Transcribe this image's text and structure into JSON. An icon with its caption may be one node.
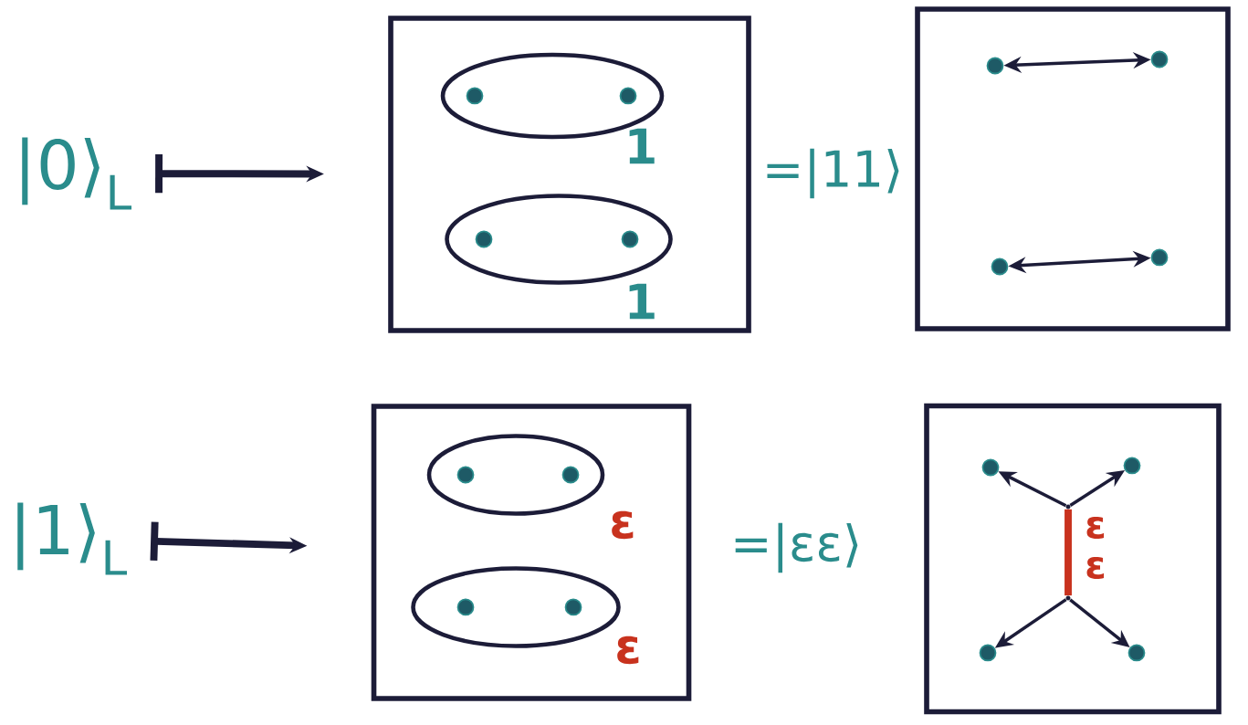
{
  "diagram": {
    "nodes": [
      {
        "text": [
          "|0⟩$_{L}$"
        ]
      },
      {
        "text": [],
        "shape": "box"
      },
      {
        "text": [],
        "shape": "ellipse",
        "in": 1
      },
      {
        "text": [],
        "shape": "circle",
        "in": 2
      },
      {
        "text": [],
        "shape": "circle",
        "in": 2
      },
      {
        "text": [],
        "shape": "ellipse",
        "in": 1
      },
      {
        "text": [],
        "shape": "circle",
        "in": 5
      },
      {
        "text": [],
        "shape": "circle",
        "in": 5
      },
      {
        "text": [],
        "shape": "box"
      },
      {
        "text": [],
        "shape": "circle",
        "in": 8
      },
      {
        "text": [],
        "shape": "circle",
        "in": 8
      },
      {
        "text": [],
        "shape": "circle",
        "in": 8
      },
      {
        "text": [],
        "shape": "circle",
        "in": 8
      },
      {
        "text": [
          "|1⟩$_{L}$"
        ]
      },
      {
        "text": [],
        "shape": "box"
      },
      {
        "text": [],
        "shape": "ellipse",
        "in": 14
      },
      {
        "text": [],
        "shape": "circle",
        "in": 15
      },
      {
        "text": [],
        "shape": "circle",
        "in": 15
      },
      {
        "text": [],
        "shape": "ellipse",
        "in": 14
      },
      {
        "text": [],
        "shape": "circle",
        "in": 18
      },
      {
        "text": [],
        "shape": "circle",
        "in": 18
      },
      {
        "text": [],
        "shape": "box"
      },
      {
        "text": [],
        "shape": "circle",
        "in": 21
      },
      {
        "text": [],
        "shape": "circle",
        "in": 21
      },
      {
        "text": [],
        "shape": "point",
        "in": 21
      },
      {
        "text": [],
        "shape": "point",
        "in": 21
      },
      {
        "text": [],
        "shape": "circle",
        "in": 21
      },
      {
        "text": [],
        "shape": "circle",
        "in": 21
      }
    ],
    "edges": [
      {
        "from": 0,
        "to": 1,
        "arrow": "to",
        "style": "thick"
      },
      {
        "from": 9,
        "to": 10,
        "arrow": "both"
      },
      {
        "from": 11,
        "to": 12,
        "arrow": "both"
      },
      {
        "from": 13,
        "to": 14,
        "arrow": "to",
        "style": "thick"
      },
      {
        "from": 24,
        "to": 22,
        "arrow": "to"
      },
      {
        "from": 24,
        "to": 23,
        "arrow": "to"
      },
      {
        "from": 24,
        "to": 25,
        "arrow": "none",
        "style": "thick",
        "color": "#c8321e"
      },
      {
        "from": 25,
        "to": 26,
        "arrow": "to"
      },
      {
        "from": 25,
        "to": 27,
        "arrow": "to"
      }
    ],
    "labels": [
      "1",
      "=|11⟩",
      "1",
      "ε",
      "=|εε⟩",
      "ε",
      "ε",
      "ε"
    ]
  }
}
